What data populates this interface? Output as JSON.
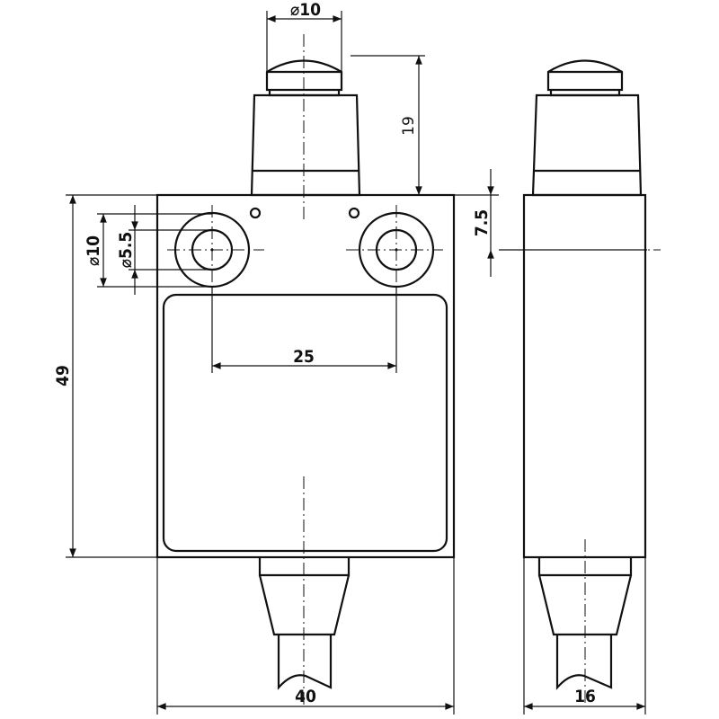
{
  "dimensions": {
    "plunger_diameter": "⌀10",
    "plunger_height": "19",
    "hole_offset": "7.5",
    "body_height": "49",
    "hole_outer_diameter": "⌀10",
    "hole_inner_diameter": "⌀5.5",
    "hole_spacing": "25",
    "body_width": "40",
    "body_depth": "16"
  }
}
